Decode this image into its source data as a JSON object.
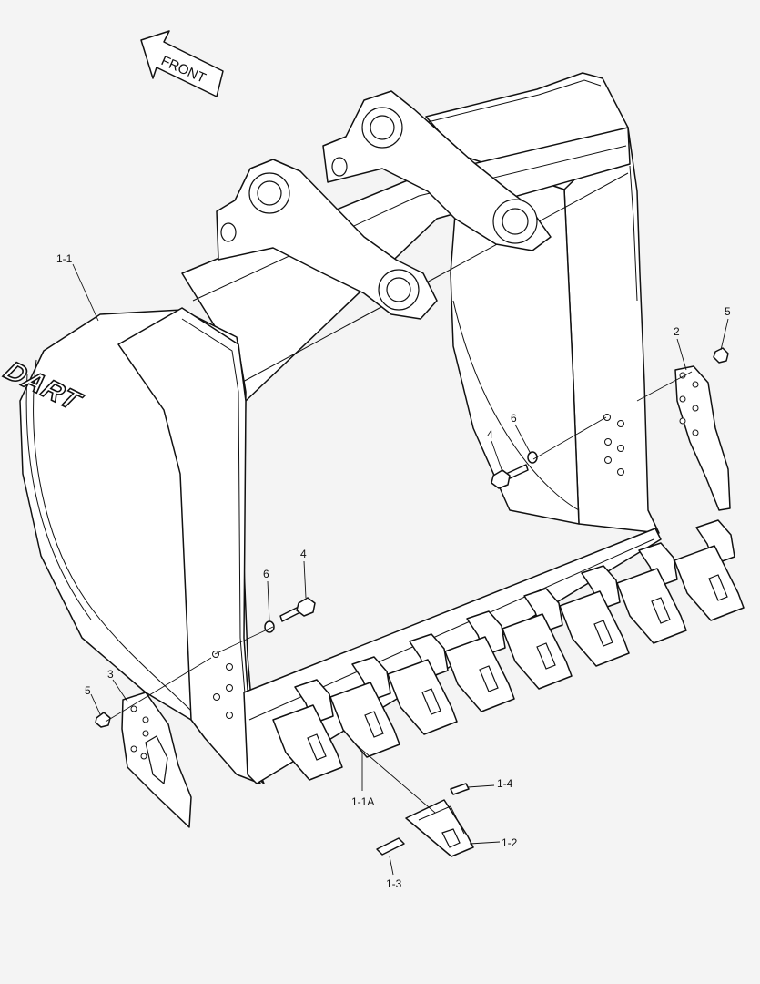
{
  "direction_arrow": {
    "text": "FRONT"
  },
  "logo": {
    "text": "DART"
  },
  "callouts": {
    "bucket": "1-1",
    "adapter": "1-1A",
    "tooth": "1-2",
    "lock_pin": "1-3",
    "retainer": "1-4",
    "side_cutter_right": "2",
    "side_cutter_left": "3",
    "bolt_right": "4",
    "bolt_left": "4",
    "nut_right": "5",
    "nut_left": "5",
    "washer_right": "6",
    "washer_left": "6"
  },
  "colors": {
    "background": "#f4f4f4",
    "line": "#111111",
    "part_fill": "#ffffff"
  }
}
